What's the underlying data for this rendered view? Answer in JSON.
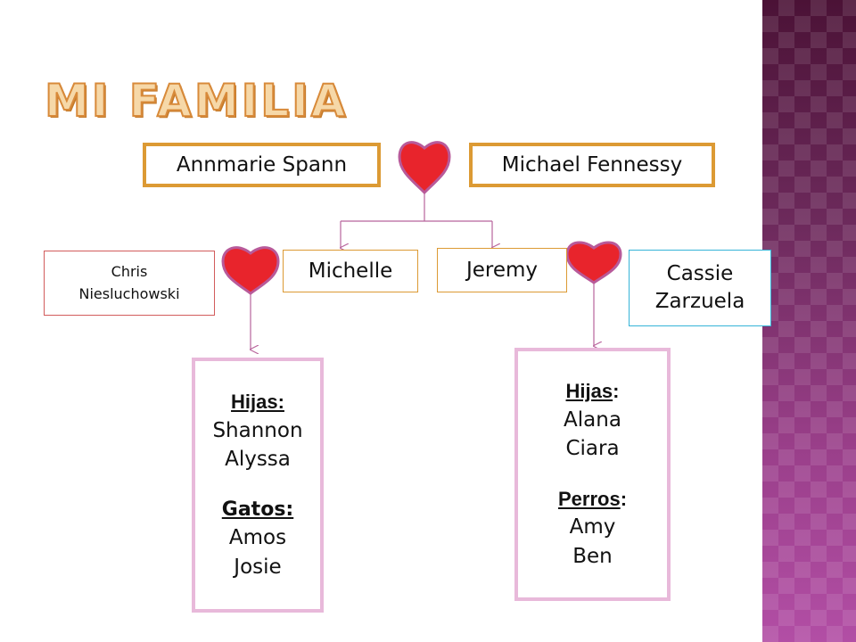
{
  "title": "MI FAMILIA",
  "parents": {
    "left": "Annmarie Spann",
    "right": "Michael Fennessy"
  },
  "children": {
    "left": "Michelle",
    "right": "Jeremy"
  },
  "spouses": {
    "left_line1": "Chris",
    "left_line2": "Niesluchowski",
    "right_line1": "Cassie",
    "right_line2": "Zarzuela"
  },
  "left_family": {
    "header1": "Hijas:",
    "items1": [
      "Shannon",
      "Alyssa"
    ],
    "header2": "Gatos:",
    "items2": [
      "Amos",
      "Josie"
    ]
  },
  "right_family": {
    "header1": "Hijas",
    "header1_suffix": ":",
    "items1": [
      "Alana",
      "Ciara"
    ],
    "header2": "Perros",
    "header2_suffix": ":",
    "items2": [
      "Amy",
      "Ben"
    ]
  },
  "colors": {
    "heart": "#e8242c",
    "heart_outline": "#b85a9a",
    "connector": "#b8649c",
    "band": "#7a2a6a",
    "title": "#f6d8a8"
  }
}
